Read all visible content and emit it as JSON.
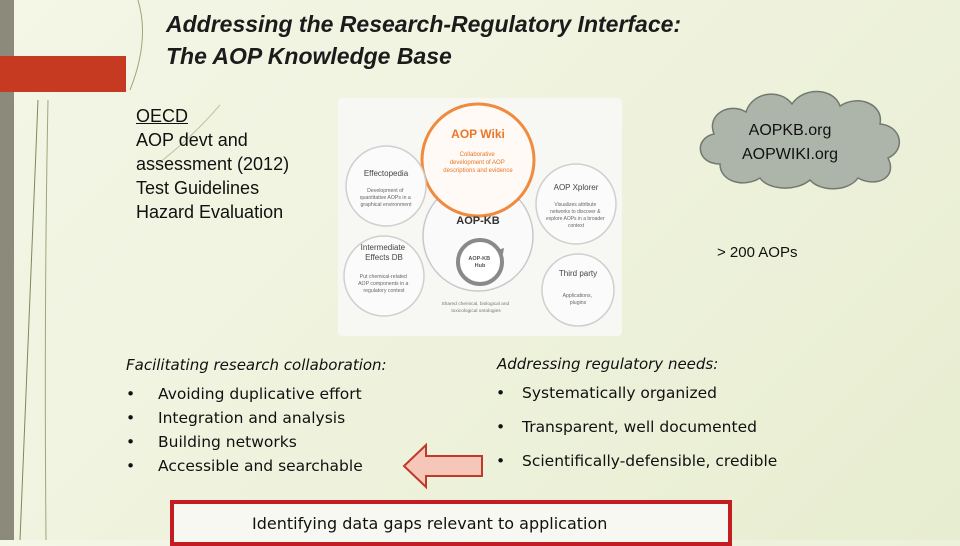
{
  "title": {
    "line1": "Addressing the Research-Regulatory Interface:",
    "line2": "The AOP Knowledge Base"
  },
  "oecd": {
    "heading": "OECD",
    "lines": [
      "AOP devt and",
      "assessment (2012)",
      "Test Guidelines",
      "Hazard Evaluation"
    ]
  },
  "diagram": {
    "aop_wiki": {
      "label": "AOP Wiki",
      "desc": [
        "Collaborative",
        "development of AOP",
        "descriptions and evidence"
      ]
    },
    "effectopedia": {
      "label": "Effectopedia",
      "desc": [
        "Development of",
        "quantitative AOPs in a",
        "graphical environment"
      ]
    },
    "aop_xplorer": {
      "label": "AOP Xplorer",
      "desc": [
        "Visualizes attribute",
        "networks to discover &",
        "explore AOPs in a broader",
        "context"
      ]
    },
    "intermediate": {
      "label": [
        "Intermediate",
        "Effects DB"
      ],
      "desc": [
        "Put chemical-related",
        "AOP components in a",
        "regulatory context"
      ]
    },
    "third_party": {
      "label": "Third party",
      "desc": [
        "Applications,",
        "plugins"
      ]
    },
    "hub": {
      "label": "AOP-KB",
      "inner": [
        "AOP-KB",
        "Hub"
      ],
      "desc": [
        "Shared chemical, biological and",
        "toxicological ontologies"
      ]
    }
  },
  "cloud": {
    "lines": [
      "AOPKB.org",
      "AOPWIKI.org"
    ]
  },
  "aop_count": "> 200 AOPs",
  "research": {
    "heading": "Facilitating research collaboration:",
    "items": [
      "Avoiding duplicative effort",
      "Integration and analysis",
      "Building networks",
      "Accessible and searchable"
    ]
  },
  "regulatory": {
    "heading": "Addressing regulatory needs:",
    "items": [
      "Systematically organized",
      "Transparent, well documented",
      "Scientifically-defensible, credible"
    ]
  },
  "gap_box": {
    "text": "Identifying data gaps relevant to application"
  },
  "colors": {
    "accent_red": "#c63a22",
    "wiki_orange": "#f08a3c",
    "box_border": "#c31c22",
    "arrow_fill": "#f6c7b8"
  }
}
